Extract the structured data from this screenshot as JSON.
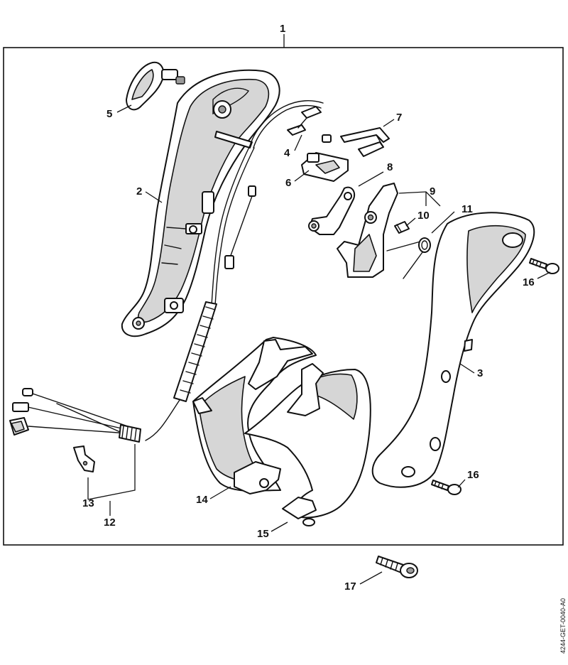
{
  "drawing_number": "4244-GET-0040-A0",
  "callouts": {
    "c1": "1",
    "c2": "2",
    "c3": "3",
    "c4": "4",
    "c5": "5",
    "c6": "6",
    "c7": "7",
    "c8": "8",
    "c9": "9",
    "c10": "10",
    "c11": "11",
    "c12": "12",
    "c13": "13",
    "c14": "14",
    "c15": "15",
    "c16a": "16",
    "c16b": "16",
    "c17": "17"
  }
}
